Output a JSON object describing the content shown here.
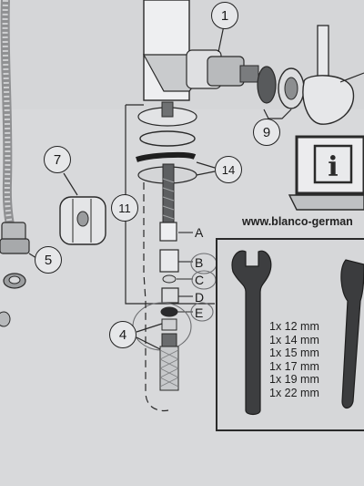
{
  "callouts": [
    {
      "id": "part-1",
      "label": "1"
    },
    {
      "id": "part-4",
      "label": "4"
    },
    {
      "id": "part-5",
      "label": "5"
    },
    {
      "id": "part-7",
      "label": "7"
    },
    {
      "id": "part-9",
      "label": "9"
    },
    {
      "id": "part-11",
      "label": "11"
    },
    {
      "id": "part-14",
      "label": "14"
    }
  ],
  "sub_parts": [
    "A",
    "B",
    "C",
    "D",
    "E"
  ],
  "website": "www.blanco-german",
  "info_symbol": "i",
  "wrench_sizes": [
    "1x 12 mm",
    "1x 14 mm",
    "1x 15 mm",
    "1x 17 mm",
    "1x 19 mm",
    "1x 22 mm"
  ],
  "colors": {
    "paper": "#d9dadc",
    "line": "#2a2a2a",
    "metal": "#c4c6c8",
    "dark": "#3a3a3c"
  }
}
